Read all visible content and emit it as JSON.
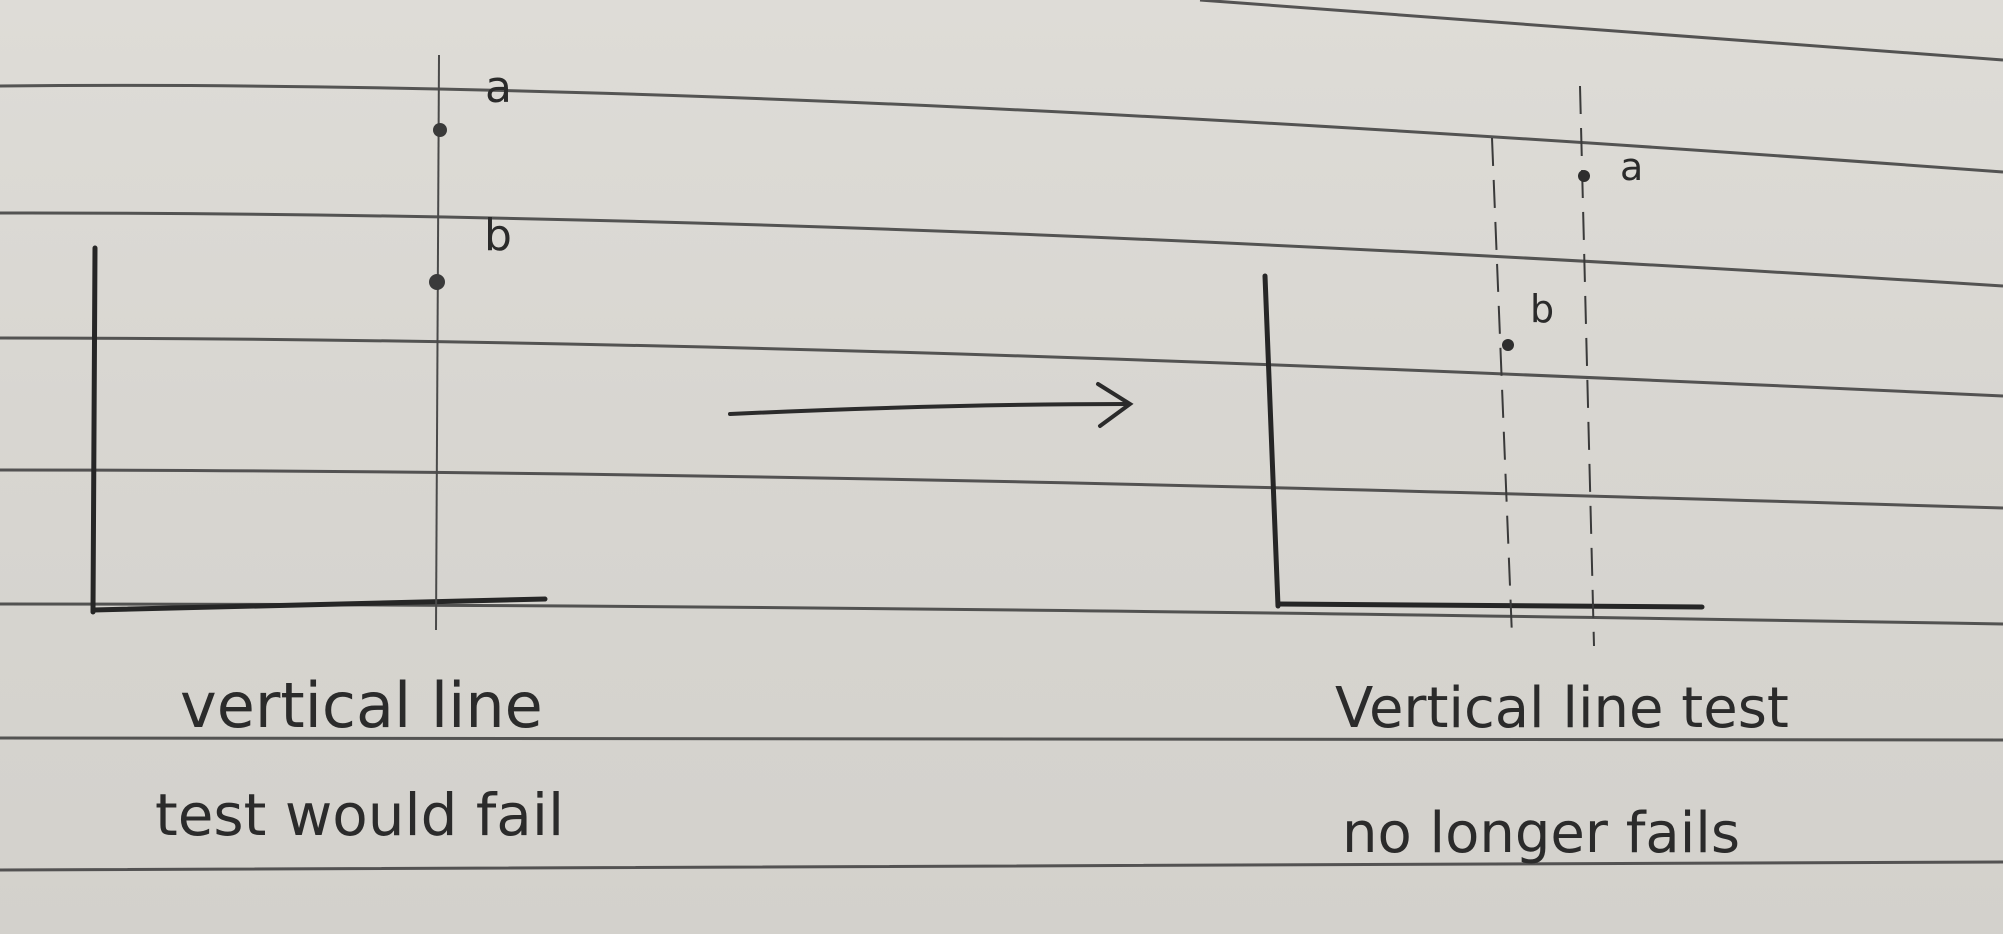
{
  "left_diagram": {
    "point_a_label": "a",
    "point_b_label": "b",
    "caption_line1": "vertical line",
    "caption_line2": "test would fail"
  },
  "right_diagram": {
    "point_a_label": "a",
    "point_b_label": "b",
    "caption_line1": "Vertical line test",
    "caption_line2": "no longer fails"
  },
  "colors": {
    "paper": "#d9d8d3",
    "ruled_line": "#3a3a3a",
    "pencil": "#2b2b2b"
  }
}
